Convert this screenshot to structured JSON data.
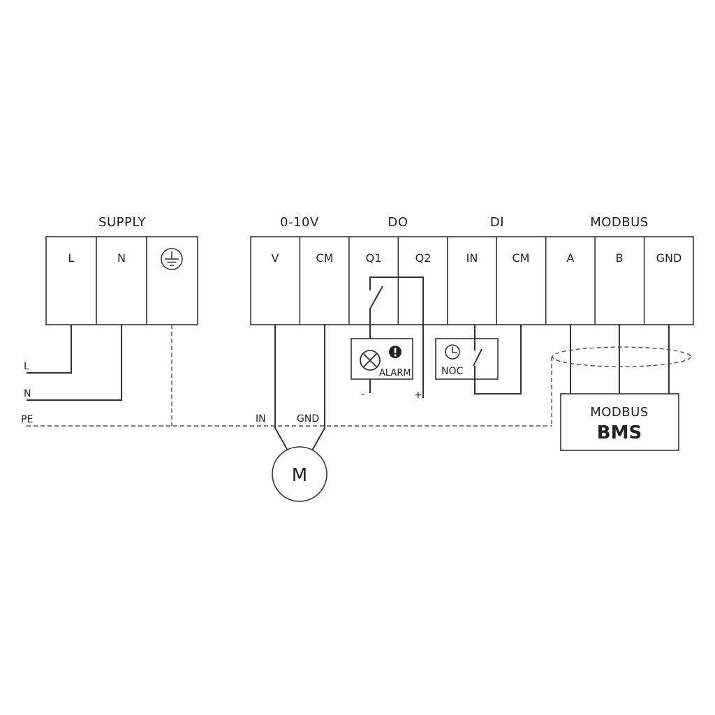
{
  "headers": {
    "supply": "SUPPLY",
    "analog": "0-10V",
    "do": "DO",
    "di": "DI",
    "modbus": "MODBUS"
  },
  "terminals": {
    "supply": [
      "L",
      "N",
      "earth-icon"
    ],
    "io": [
      "V",
      "CM",
      "Q1",
      "Q2",
      "IN",
      "CM",
      "A",
      "B",
      "GND"
    ]
  },
  "wires": {
    "l": "L",
    "n": "N",
    "pe": "PE"
  },
  "motor": {
    "in_label": "IN",
    "gnd_label": "GND",
    "symbol": "M"
  },
  "alarm": {
    "label": "ALARM",
    "minus": "-",
    "plus": "+"
  },
  "noc": {
    "label": "NOC"
  },
  "bms": {
    "line1": "MODBUS",
    "line2": "BMS"
  }
}
